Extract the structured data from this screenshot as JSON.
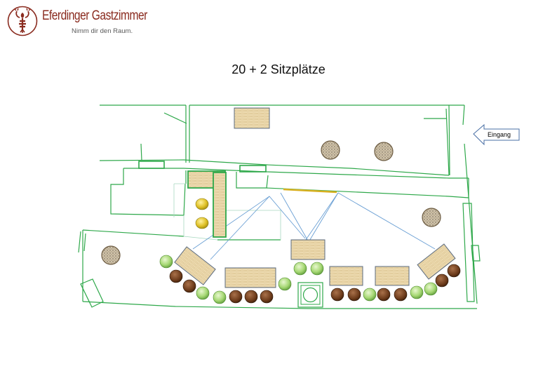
{
  "brand": {
    "name": "Eferdinger Gastzimmer",
    "tagline": "Nimm dir den Raum."
  },
  "title": "20 + 2 Sitzplätze",
  "entrance_label": "Eingang",
  "colors": {
    "wall": "#2ea84a",
    "table": "#e8d4a8",
    "table_border": "#5b6b80",
    "chair_green": "#9bd36a",
    "chair_brown": "#6b3a1a",
    "sight_line": "#6a9fd4",
    "planter": "#d8c9a8",
    "stool_yellow": "#d4b820",
    "brand": "#8a2b1f"
  },
  "icons": [
    "crayfish-logo-icon",
    "entrance-arrow-icon"
  ]
}
